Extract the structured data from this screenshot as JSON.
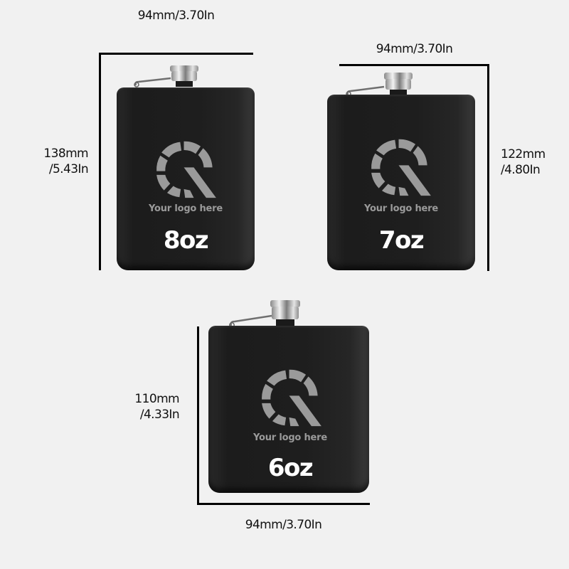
{
  "background_color": "#f1f1f1",
  "logo": {
    "text": "Your logo here",
    "icon": "q-logo-icon",
    "color": "#9a9a9a"
  },
  "flasks": [
    {
      "id": "8oz",
      "size_label": "8oz",
      "width_label": "94mm/3.70In",
      "height_label_line1": "138mm",
      "height_label_line2": "/5.43In"
    },
    {
      "id": "7oz",
      "size_label": "7oz",
      "width_label": "94mm/3.70In",
      "height_label_line1": "122mm",
      "height_label_line2": "/4.80In"
    },
    {
      "id": "6oz",
      "size_label": "6oz",
      "width_label": "94mm/3.70In",
      "height_label_line1": "110mm",
      "height_label_line2": "/4.33In"
    }
  ]
}
